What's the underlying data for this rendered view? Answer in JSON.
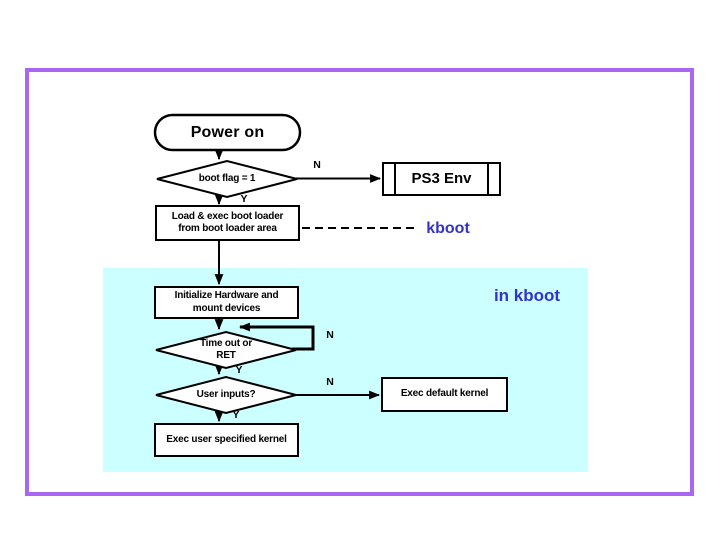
{
  "diagram": {
    "nodes": {
      "power_on": "Power on",
      "boot_flag": "boot flag = 1",
      "load_boot_loader": {
        "line1": "Load & exec boot loader",
        "line2": "from boot loader area"
      },
      "ps3_env": "PS3 Env",
      "init_hw": {
        "line1": "Initialize Hardware and",
        "line2": "mount devices"
      },
      "timeout": {
        "line1": "Time out or",
        "line2": "RET"
      },
      "user_inputs": "User inputs?",
      "exec_default": "Exec default kernel",
      "exec_user": "Exec user specified kernel"
    },
    "edge_labels": {
      "boot_flag_no": "N",
      "boot_flag_yes": "Y",
      "timeout_no": "N",
      "timeout_yes": "Y",
      "user_inputs_no": "N",
      "user_inputs_yes": "Y"
    },
    "annotations": {
      "kboot": "kboot",
      "in_kboot": "in kboot"
    },
    "colors": {
      "frame_border": "#aa66f0",
      "region_bg": "#ccffff",
      "annotation_text": "#3333cc",
      "shape_stroke": "#000000",
      "shape_fill": "#ffffff",
      "text_color": "#000000"
    }
  }
}
